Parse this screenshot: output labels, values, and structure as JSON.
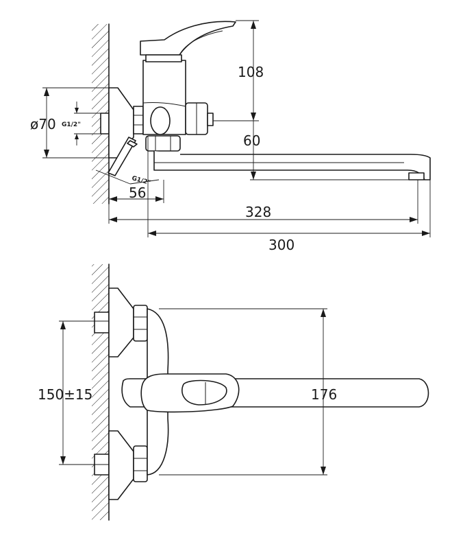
{
  "side_view": {
    "dim_height": "108",
    "dim_diameter": "ø70",
    "thread_top": "G1/2\"",
    "thread_angled": "G1/2\"",
    "dim_60": "60",
    "dim_56": "56",
    "dim_328": "328",
    "dim_300": "300"
  },
  "top_view": {
    "dim_spacing": "150±15",
    "dim_176": "176"
  }
}
